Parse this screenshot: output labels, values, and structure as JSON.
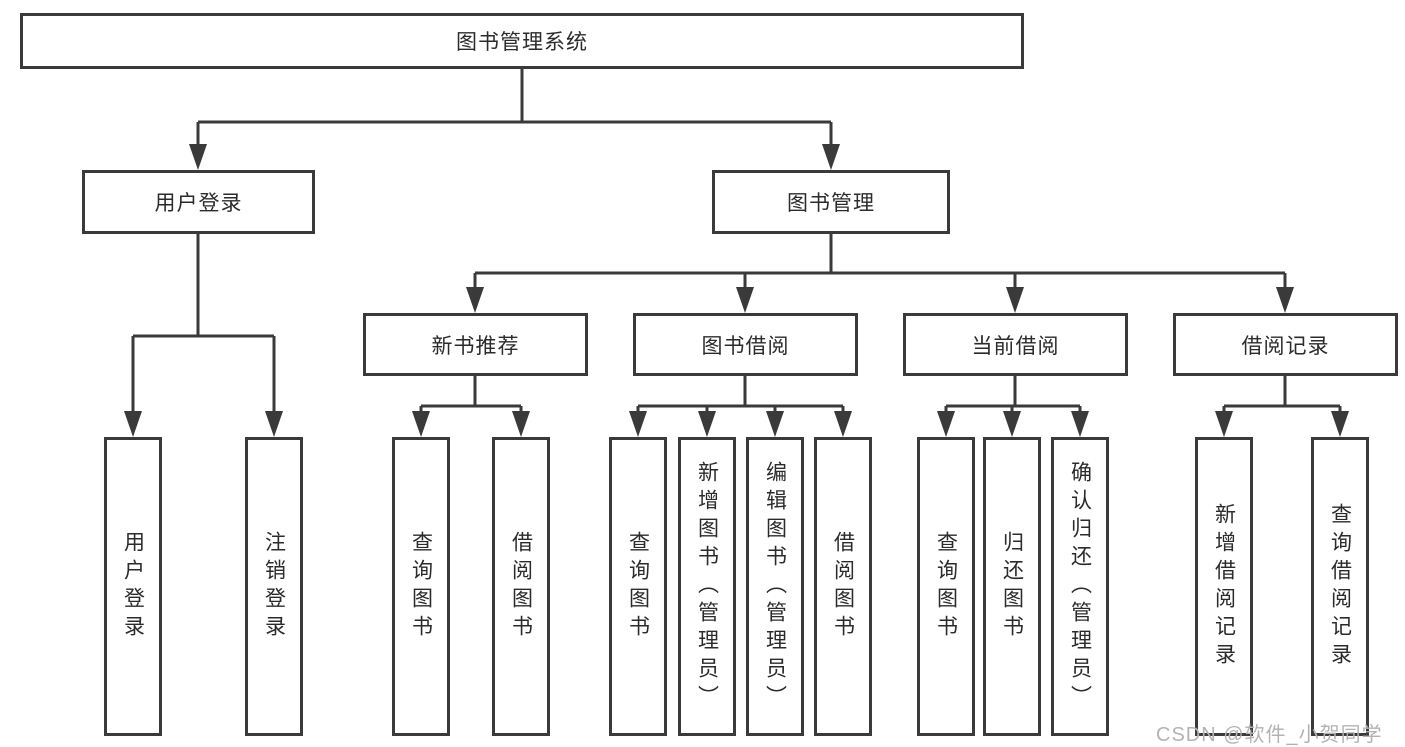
{
  "tree": {
    "root": {
      "label": "图书管理系统",
      "children": [
        {
          "label": "用户登录",
          "children": [
            {
              "label": "用户登录"
            },
            {
              "label": "注销登录"
            }
          ]
        },
        {
          "label": "图书管理",
          "children": [
            {
              "label": "新书推荐",
              "children": [
                {
                  "label": "查询图书"
                },
                {
                  "label": "借阅图书"
                }
              ]
            },
            {
              "label": "图书借阅",
              "children": [
                {
                  "label": "查询图书"
                },
                {
                  "label": "新增图书（管理员）"
                },
                {
                  "label": "编辑图书（管理员）"
                },
                {
                  "label": "借阅图书"
                }
              ]
            },
            {
              "label": "当前借阅",
              "children": [
                {
                  "label": "查询图书"
                },
                {
                  "label": "归还图书"
                },
                {
                  "label": "确认归还（管理员）"
                }
              ]
            },
            {
              "label": "借阅记录",
              "children": [
                {
                  "label": "新增借阅记录"
                },
                {
                  "label": "查询借阅记录"
                }
              ]
            }
          ]
        }
      ]
    }
  },
  "watermark": {
    "text": "CSDN @软件_小贺同学"
  },
  "colors": {
    "line": "#3a3a3a",
    "box_border": "#3a3a3a",
    "text": "#2b2b2b",
    "background": "#ffffff",
    "watermark": "#b3b3b3"
  }
}
